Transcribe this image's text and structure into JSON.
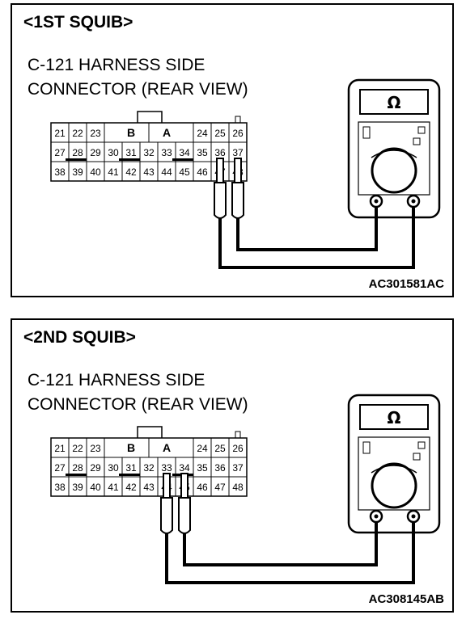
{
  "panels": [
    {
      "title": "<1ST SQUIB>",
      "caption_line1": "C-121 HARNESS SIDE",
      "caption_line2": "CONNECTOR (REAR VIEW)",
      "figure_code": "AC301581AC",
      "probe_pins": [
        "36",
        "37"
      ]
    },
    {
      "title": "<2ND SQUIB>",
      "caption_line1": "C-121 HARNESS SIDE",
      "caption_line2": "CONNECTOR (REAR VIEW)",
      "figure_code": "AC308145AB",
      "probe_pins": [
        "33",
        "34"
      ]
    }
  ],
  "connector": {
    "row1": [
      "21",
      "22",
      "23",
      "",
      "B",
      "",
      "A",
      "",
      "24",
      "25",
      "26"
    ],
    "row2": [
      "27",
      "28",
      "29",
      "30",
      "31",
      "32",
      "33",
      "34",
      "35",
      "36",
      "37"
    ],
    "row3": [
      "38",
      "39",
      "40",
      "41",
      "42",
      "43",
      "44",
      "45",
      "46",
      "47",
      "48"
    ]
  },
  "meter": {
    "display_symbol": "Ω",
    "icon": "ohmmeter-icon"
  },
  "colors": {
    "line": "#000000",
    "background": "#ffffff"
  }
}
